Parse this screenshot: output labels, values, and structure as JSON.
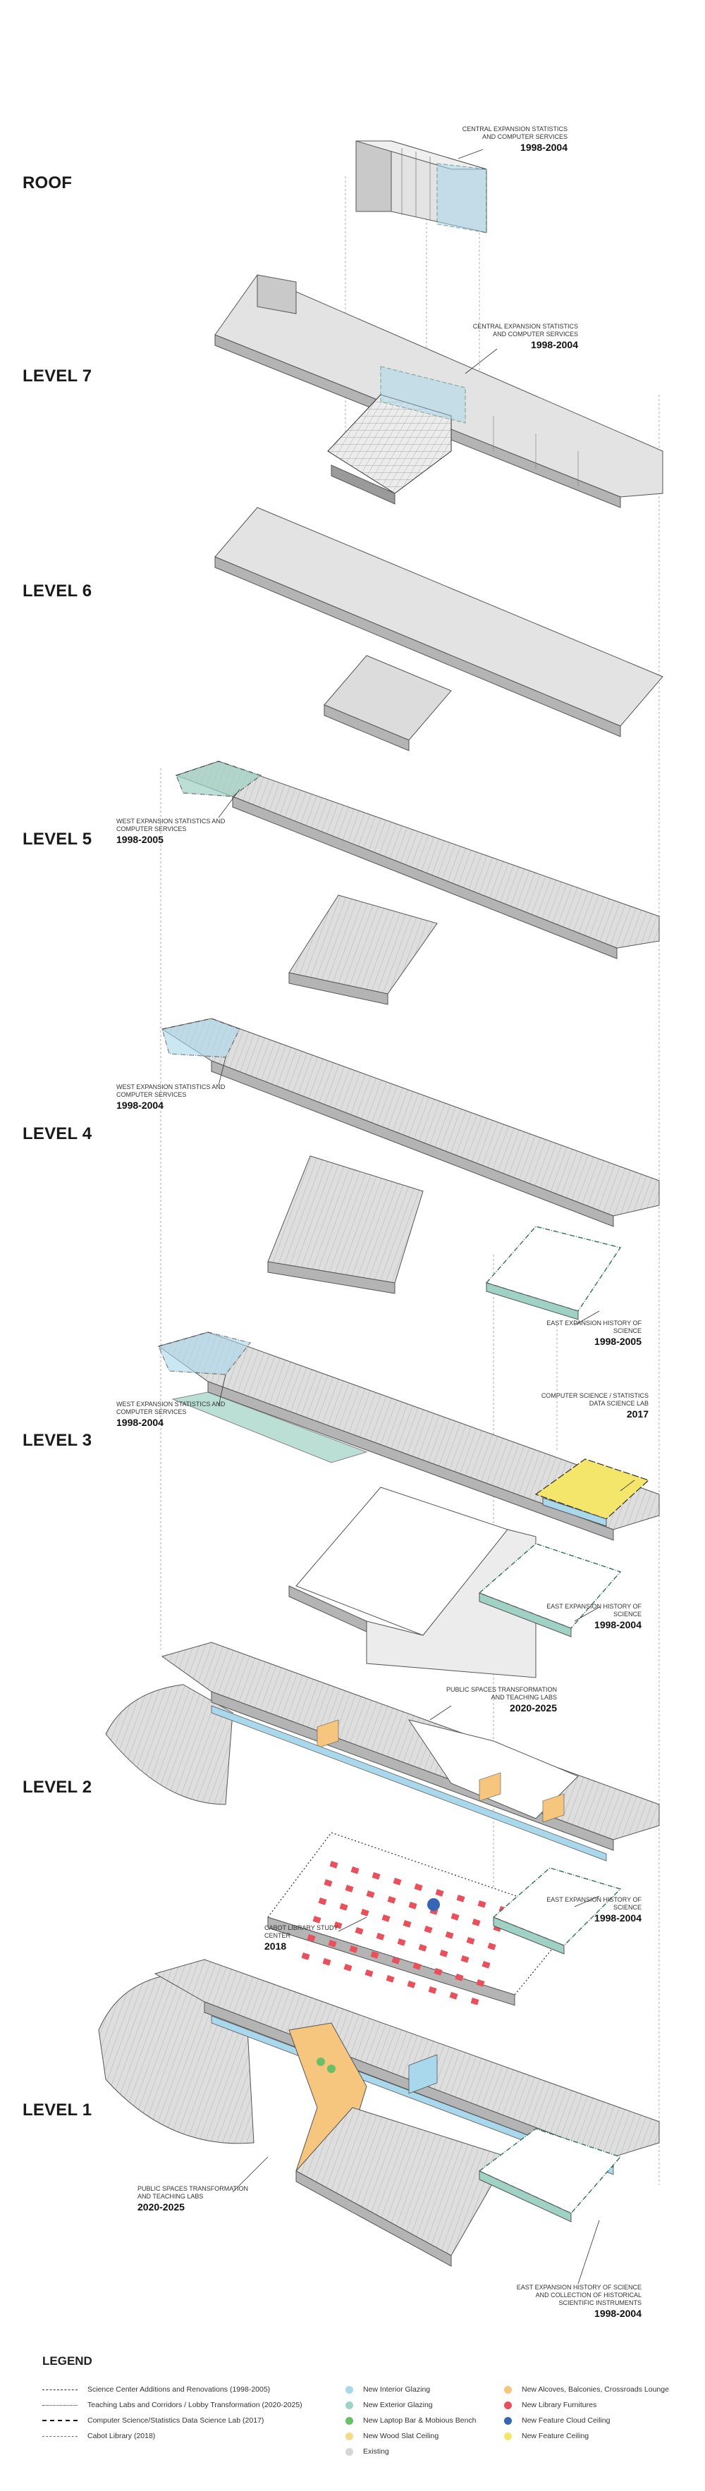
{
  "levels": [
    {
      "label": "ROOF"
    },
    {
      "label": "LEVEL 7"
    },
    {
      "label": "LEVEL 6"
    },
    {
      "label": "LEVEL 5"
    },
    {
      "label": "LEVEL 4"
    },
    {
      "label": "LEVEL 3"
    },
    {
      "label": "LEVEL 2"
    },
    {
      "label": "LEVEL 1"
    }
  ],
  "annotations": {
    "roof": {
      "text": "CENTRAL EXPANSION STATISTICS AND COMPUTER SERVICES",
      "year": "1998-2004"
    },
    "level7": {
      "text": "CENTRAL EXPANSION STATISTICS AND COMPUTER SERVICES",
      "year": "1998-2004"
    },
    "level5": {
      "text": "WEST EXPANSION STATISTICS AND COMPUTER SERVICES",
      "year": "1998-2005"
    },
    "level4_west": {
      "text": "WEST EXPANSION STATISTICS AND COMPUTER SERVICES",
      "year": "1998-2004"
    },
    "level4_east": {
      "text": "EAST EXPANSION HISTORY OF SCIENCE",
      "year": "1998-2005"
    },
    "level3_west": {
      "text": "WEST EXPANSION STATISTICS AND COMPUTER SERVICES",
      "year": "1998-2004"
    },
    "level3_cs": {
      "text": "COMPUTER SCIENCE / STATISTICS DATA SCIENCE LAB",
      "year": "2017"
    },
    "level3_east": {
      "text": "EAST EXPANSION HISTORY OF SCIENCE",
      "year": "1998-2004"
    },
    "level2_public": {
      "text": "PUBLIC SPACES TRANSFORMATION AND TEACHING LABS",
      "year": "2020-2025"
    },
    "level2_cabot": {
      "text": "CABOT LIBRARY STUDY CENTER",
      "year": "2018"
    },
    "level2_east": {
      "text": "EAST EXPANSION HISTORY OF SCIENCE",
      "year": "1998-2004"
    },
    "level1_public": {
      "text": "PUBLIC SPACES TRANSFORMATION AND TEACHING LABS",
      "year": "2020-2025"
    },
    "level1_east": {
      "text": "EAST EXPANSION HISTORY OF SCIENCE AND COLLECTION OF HISTORICAL SCIENTIFIC INSTRUMENTS",
      "year": "1998-2004"
    }
  },
  "legend": {
    "title": "LEGEND",
    "lines": [
      {
        "label": "Science Center Additions and Renovations (1998-2005)"
      },
      {
        "label": "Teaching Labs and Corridors / Lobby Transformation (2020-2025)"
      },
      {
        "label": "Computer Science/Statistics Data Science Lab (2017)"
      },
      {
        "label": "Cabot Library (2018)"
      }
    ],
    "swatches_col1": [
      {
        "label": "New Interior Glazing",
        "color": "#a9d8ec"
      },
      {
        "label": "New Exterior Glazing",
        "color": "#9fd2c4"
      },
      {
        "label": "New Laptop Bar & Mobious Bench",
        "color": "#6abf69"
      },
      {
        "label": "New Wood Slat Ceiling",
        "color": "#f5d98c"
      },
      {
        "label": "Existing",
        "color": "#d6d6d6"
      }
    ],
    "swatches_col2": [
      {
        "label": "New Alcoves, Balconies, Crossroads Lounge",
        "color": "#f6c67e"
      },
      {
        "label": "New Library Furnitures",
        "color": "#e8505b"
      },
      {
        "label": "New Feature Cloud Ceiling",
        "color": "#3565b5"
      },
      {
        "label": "New Feature Ceiling",
        "color": "#f4e66a"
      }
    ]
  },
  "colors": {
    "slab": "#e3e3e3",
    "slab_dark": "#c9c9c9",
    "slab_side": "#b4b4b4",
    "line": "#555555",
    "interior_glazing": "#a9d8ec",
    "exterior_glazing": "#9fd2c4",
    "wood": "#f6c67e",
    "library": "#e8505b",
    "green": "#6abf69",
    "blue": "#3565b5"
  }
}
